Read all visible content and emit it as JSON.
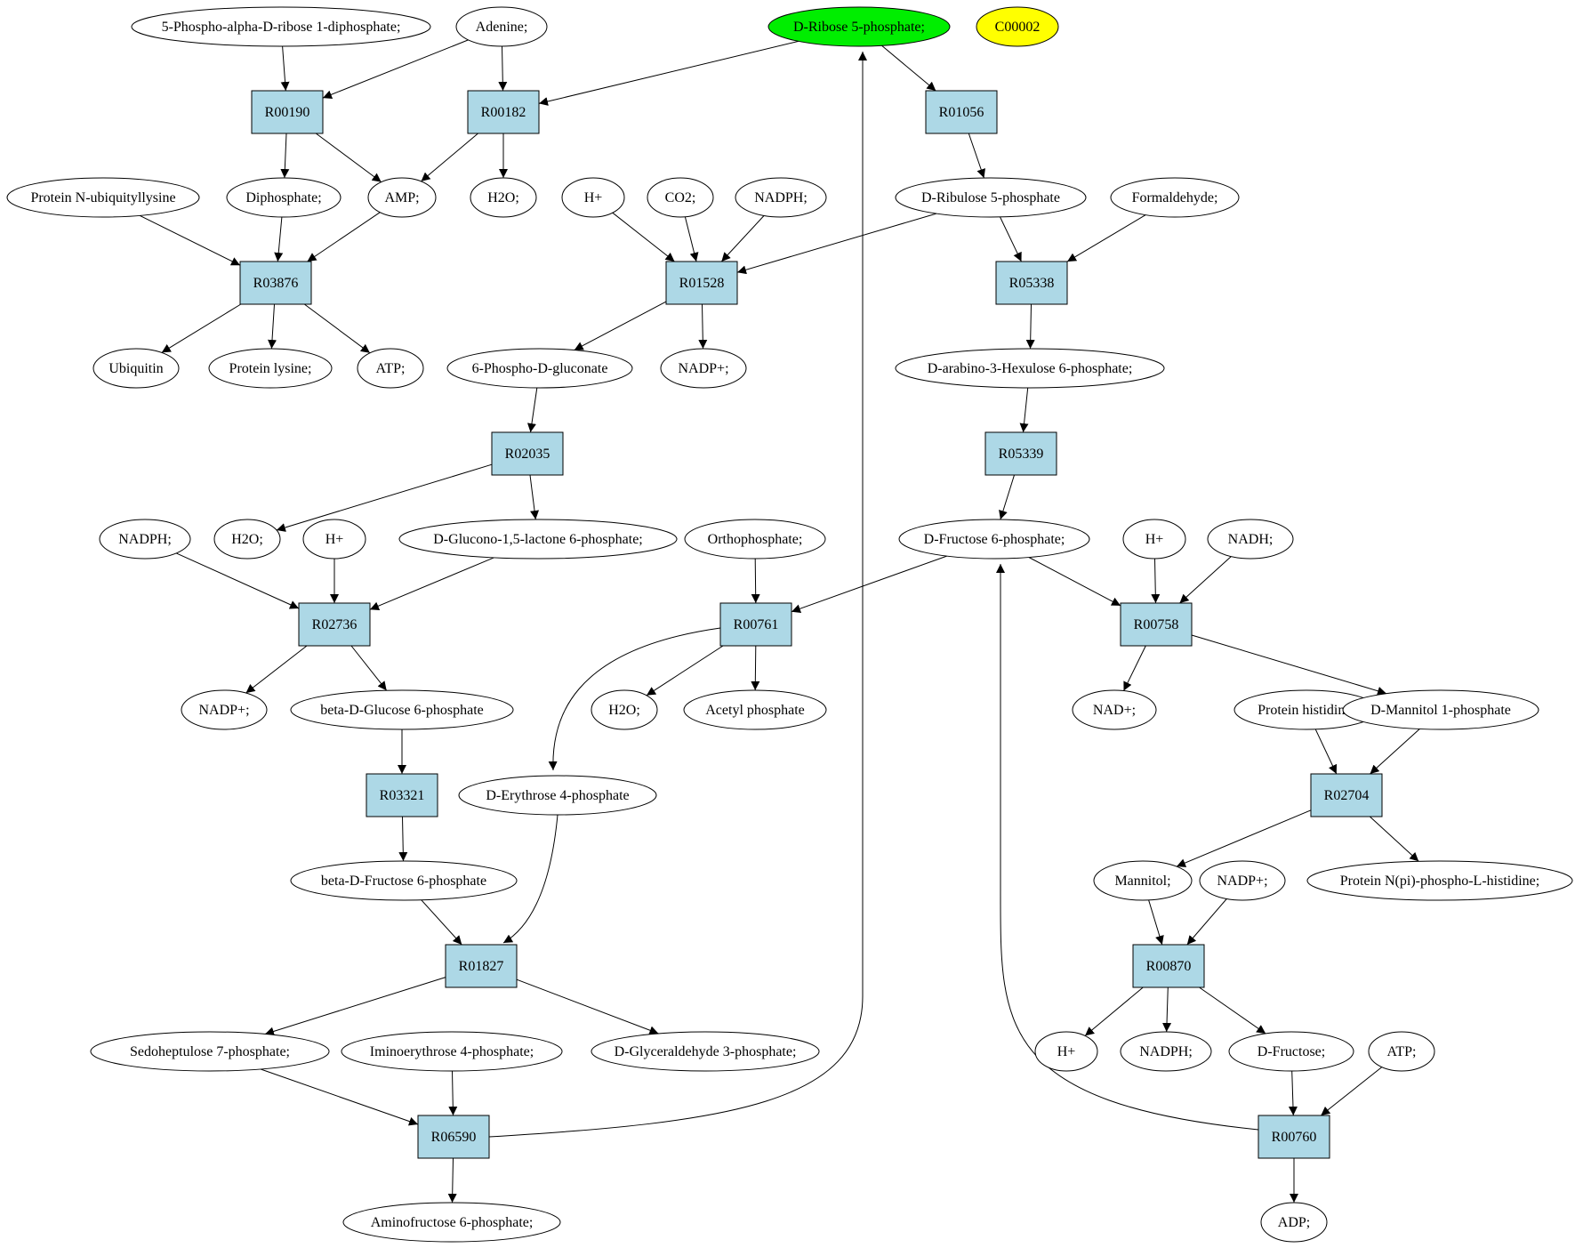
{
  "colors": {
    "reaction_fill": "#add8e6",
    "compound_fill": "#ffffff",
    "highlight_green": "#00ee00",
    "highlight_yellow": "#ffff00"
  },
  "nodes": [
    {
      "id": "c_prpp",
      "kind": "compound",
      "label": "5-Phospho-alpha-D-ribose 1-diphosphate;"
    },
    {
      "id": "c_adenine",
      "kind": "compound",
      "label": "Adenine;"
    },
    {
      "id": "c_r5p",
      "kind": "compound",
      "label": "D-Ribose 5-phosphate;",
      "fill": "highlight_green"
    },
    {
      "id": "c_c00002",
      "kind": "compound",
      "label": "C00002",
      "fill": "highlight_yellow"
    },
    {
      "id": "r00190",
      "kind": "reaction",
      "label": "R00190"
    },
    {
      "id": "r00182",
      "kind": "reaction",
      "label": "R00182"
    },
    {
      "id": "r01056",
      "kind": "reaction",
      "label": "R01056"
    },
    {
      "id": "c_protubq",
      "kind": "compound",
      "label": "Protein N-ubiquityllysine"
    },
    {
      "id": "c_diphos",
      "kind": "compound",
      "label": "Diphosphate;"
    },
    {
      "id": "c_amp",
      "kind": "compound",
      "label": "AMP;"
    },
    {
      "id": "c_h2o_1",
      "kind": "compound",
      "label": "H2O;"
    },
    {
      "id": "c_hplus_1",
      "kind": "compound",
      "label": "H+"
    },
    {
      "id": "c_co2",
      "kind": "compound",
      "label": "CO2;"
    },
    {
      "id": "c_nadph_1",
      "kind": "compound",
      "label": "NADPH;"
    },
    {
      "id": "c_ru5p",
      "kind": "compound",
      "label": "D-Ribulose 5-phosphate"
    },
    {
      "id": "c_formald",
      "kind": "compound",
      "label": "Formaldehyde;"
    },
    {
      "id": "r03876",
      "kind": "reaction",
      "label": "R03876"
    },
    {
      "id": "r01528",
      "kind": "reaction",
      "label": "R01528"
    },
    {
      "id": "r05338",
      "kind": "reaction",
      "label": "R05338"
    },
    {
      "id": "c_ubiq",
      "kind": "compound",
      "label": "Ubiquitin"
    },
    {
      "id": "c_protlys",
      "kind": "compound",
      "label": "Protein lysine;"
    },
    {
      "id": "c_atp_1",
      "kind": "compound",
      "label": "ATP;"
    },
    {
      "id": "c_6pg",
      "kind": "compound",
      "label": "6-Phospho-D-gluconate"
    },
    {
      "id": "c_nadp_1",
      "kind": "compound",
      "label": "NADP+;"
    },
    {
      "id": "c_hu6p",
      "kind": "compound",
      "label": "D-arabino-3-Hexulose 6-phosphate;"
    },
    {
      "id": "r02035",
      "kind": "reaction",
      "label": "R02035"
    },
    {
      "id": "r05339",
      "kind": "reaction",
      "label": "R05339"
    },
    {
      "id": "c_nadph_2",
      "kind": "compound",
      "label": "NADPH;"
    },
    {
      "id": "c_h2o_2",
      "kind": "compound",
      "label": "H2O;"
    },
    {
      "id": "c_hplus_2",
      "kind": "compound",
      "label": "H+"
    },
    {
      "id": "c_glac6p",
      "kind": "compound",
      "label": "D-Glucono-1,5-lactone 6-phosphate;"
    },
    {
      "id": "c_orthop",
      "kind": "compound",
      "label": "Orthophosphate;"
    },
    {
      "id": "c_f6p",
      "kind": "compound",
      "label": "D-Fructose 6-phosphate;"
    },
    {
      "id": "c_hplus_3",
      "kind": "compound",
      "label": "H+"
    },
    {
      "id": "c_nadh",
      "kind": "compound",
      "label": "NADH;"
    },
    {
      "id": "r02736",
      "kind": "reaction",
      "label": "R02736"
    },
    {
      "id": "r00761",
      "kind": "reaction",
      "label": "R00761"
    },
    {
      "id": "r00758",
      "kind": "reaction",
      "label": "R00758"
    },
    {
      "id": "c_nadp_2",
      "kind": "compound",
      "label": "NADP+;"
    },
    {
      "id": "c_bg6p",
      "kind": "compound",
      "label": "beta-D-Glucose 6-phosphate"
    },
    {
      "id": "c_h2o_3",
      "kind": "compound",
      "label": "H2O;"
    },
    {
      "id": "c_acetylp",
      "kind": "compound",
      "label": "Acetyl phosphate"
    },
    {
      "id": "c_nad",
      "kind": "compound",
      "label": "NAD+;"
    },
    {
      "id": "c_prothis",
      "kind": "compound",
      "label": "Protein histidine;"
    },
    {
      "id": "c_mtl1p",
      "kind": "compound",
      "label": "D-Mannitol 1-phosphate"
    },
    {
      "id": "r03321",
      "kind": "reaction",
      "label": "R03321"
    },
    {
      "id": "c_e4p",
      "kind": "compound",
      "label": "D-Erythrose 4-phosphate"
    },
    {
      "id": "r02704",
      "kind": "reaction",
      "label": "R02704"
    },
    {
      "id": "c_bf6p",
      "kind": "compound",
      "label": "beta-D-Fructose 6-phosphate"
    },
    {
      "id": "c_mannitol",
      "kind": "compound",
      "label": "Mannitol;"
    },
    {
      "id": "c_nadp_3",
      "kind": "compound",
      "label": "NADP+;"
    },
    {
      "id": "c_prothisp",
      "kind": "compound",
      "label": "Protein N(pi)-phospho-L-histidine;"
    },
    {
      "id": "r01827",
      "kind": "reaction",
      "label": "R01827"
    },
    {
      "id": "r00870",
      "kind": "reaction",
      "label": "R00870"
    },
    {
      "id": "c_s7p",
      "kind": "compound",
      "label": "Sedoheptulose 7-phosphate;"
    },
    {
      "id": "c_imino",
      "kind": "compound",
      "label": "Iminoerythrose 4-phosphate;"
    },
    {
      "id": "c_gap",
      "kind": "compound",
      "label": "D-Glyceraldehyde 3-phosphate;"
    },
    {
      "id": "c_hplus_4",
      "kind": "compound",
      "label": "H+"
    },
    {
      "id": "c_nadph_3",
      "kind": "compound",
      "label": "NADPH;"
    },
    {
      "id": "c_fru",
      "kind": "compound",
      "label": "D-Fructose;"
    },
    {
      "id": "c_atp_2",
      "kind": "compound",
      "label": "ATP;"
    },
    {
      "id": "r06590",
      "kind": "reaction",
      "label": "R06590"
    },
    {
      "id": "r00760",
      "kind": "reaction",
      "label": "R00760"
    },
    {
      "id": "c_aminofru",
      "kind": "compound",
      "label": "Aminofructose 6-phosphate;"
    },
    {
      "id": "c_adp",
      "kind": "compound",
      "label": "ADP;"
    }
  ],
  "edges": [
    {
      "from": "c_prpp",
      "to": "r00190"
    },
    {
      "from": "c_adenine",
      "to": "r00190"
    },
    {
      "from": "c_adenine",
      "to": "r00182"
    },
    {
      "from": "c_r5p",
      "to": "r00182"
    },
    {
      "from": "c_r5p",
      "to": "r01056"
    },
    {
      "from": "r00190",
      "to": "c_diphos"
    },
    {
      "from": "r00190",
      "to": "c_amp"
    },
    {
      "from": "r00182",
      "to": "c_amp"
    },
    {
      "from": "r00182",
      "to": "c_h2o_1"
    },
    {
      "from": "r01056",
      "to": "c_ru5p"
    },
    {
      "from": "c_protubq",
      "to": "r03876"
    },
    {
      "from": "c_diphos",
      "to": "r03876"
    },
    {
      "from": "c_amp",
      "to": "r03876"
    },
    {
      "from": "c_hplus_1",
      "to": "r01528"
    },
    {
      "from": "c_co2",
      "to": "r01528"
    },
    {
      "from": "c_nadph_1",
      "to": "r01528"
    },
    {
      "from": "c_ru5p",
      "to": "r01528"
    },
    {
      "from": "c_ru5p",
      "to": "r05338"
    },
    {
      "from": "c_formald",
      "to": "r05338"
    },
    {
      "from": "r03876",
      "to": "c_ubiq"
    },
    {
      "from": "r03876",
      "to": "c_protlys"
    },
    {
      "from": "r03876",
      "to": "c_atp_1"
    },
    {
      "from": "r01528",
      "to": "c_6pg"
    },
    {
      "from": "r01528",
      "to": "c_nadp_1"
    },
    {
      "from": "r05338",
      "to": "c_hu6p"
    },
    {
      "from": "c_6pg",
      "to": "r02035"
    },
    {
      "from": "c_hu6p",
      "to": "r05339"
    },
    {
      "from": "r02035",
      "to": "c_h2o_2"
    },
    {
      "from": "r02035",
      "to": "c_glac6p"
    },
    {
      "from": "r05339",
      "to": "c_f6p"
    },
    {
      "from": "c_nadph_2",
      "to": "r02736"
    },
    {
      "from": "c_hplus_2",
      "to": "r02736"
    },
    {
      "from": "c_glac6p",
      "to": "r02736"
    },
    {
      "from": "c_orthop",
      "to": "r00761"
    },
    {
      "from": "c_f6p",
      "to": "r00761"
    },
    {
      "from": "c_f6p",
      "to": "r00758"
    },
    {
      "from": "c_hplus_3",
      "to": "r00758"
    },
    {
      "from": "c_nadh",
      "to": "r00758"
    },
    {
      "from": "r02736",
      "to": "c_nadp_2"
    },
    {
      "from": "r02736",
      "to": "c_bg6p"
    },
    {
      "from": "r00761",
      "to": "c_h2o_3"
    },
    {
      "from": "r00761",
      "to": "c_acetylp"
    },
    {
      "from": "r00761",
      "to": "c_e4p"
    },
    {
      "from": "r00758",
      "to": "c_nad"
    },
    {
      "from": "r00758",
      "to": "c_mtl1p"
    },
    {
      "from": "c_bg6p",
      "to": "r03321"
    },
    {
      "from": "c_prothis",
      "to": "r02704"
    },
    {
      "from": "c_mtl1p",
      "to": "r02704"
    },
    {
      "from": "r03321",
      "to": "c_bf6p"
    },
    {
      "from": "r02704",
      "to": "c_mannitol"
    },
    {
      "from": "r02704",
      "to": "c_prothisp"
    },
    {
      "from": "c_bf6p",
      "to": "r01827"
    },
    {
      "from": "c_e4p",
      "to": "r01827"
    },
    {
      "from": "c_mannitol",
      "to": "r00870"
    },
    {
      "from": "c_nadp_3",
      "to": "r00870"
    },
    {
      "from": "r01827",
      "to": "c_s7p"
    },
    {
      "from": "r01827",
      "to": "c_gap"
    },
    {
      "from": "r00870",
      "to": "c_hplus_4"
    },
    {
      "from": "r00870",
      "to": "c_nadph_3"
    },
    {
      "from": "r00870",
      "to": "c_fru"
    },
    {
      "from": "c_s7p",
      "to": "r06590"
    },
    {
      "from": "c_imino",
      "to": "r06590"
    },
    {
      "from": "c_fru",
      "to": "r00760"
    },
    {
      "from": "c_atp_2",
      "to": "r00760"
    },
    {
      "from": "r06590",
      "to": "c_aminofru"
    },
    {
      "from": "r06590",
      "to": "c_r5p"
    },
    {
      "from": "r00760",
      "to": "c_adp"
    },
    {
      "from": "r00760",
      "to": "c_f6p"
    }
  ]
}
